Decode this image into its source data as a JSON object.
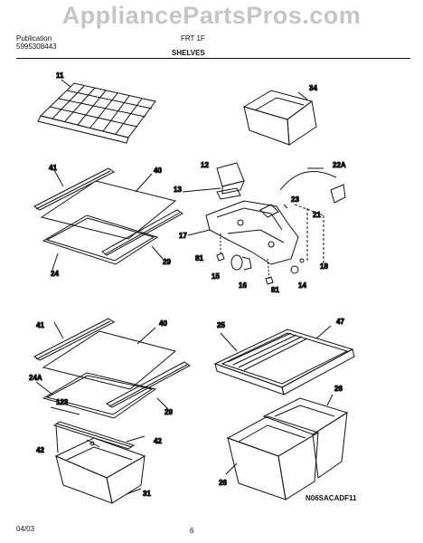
{
  "header": {
    "publication_label": "Publication",
    "publication_number": "5995308443",
    "model_text": "FRT 1F",
    "section_title": "SHELVES"
  },
  "watermark": "AppliancePartsPros.com",
  "footer": {
    "date": "04/03",
    "page_number": "6",
    "diagram_code": "N06SACADF11"
  },
  "callouts": {
    "c11": "11",
    "c34": "34",
    "c41a": "41",
    "c40a": "40",
    "c24": "24",
    "c29a": "29",
    "c12": "12",
    "c13": "13",
    "c22A": "22A",
    "c23": "23",
    "c21": "21",
    "c17": "17",
    "c81a": "81",
    "c15": "15",
    "c16": "16",
    "c81b": "81",
    "c14": "14",
    "c18": "18",
    "c41b": "41",
    "c40b": "40",
    "c24A": "24A",
    "c123": "123",
    "c29b": "29",
    "c42a": "42",
    "c42b": "42",
    "c31": "31",
    "c25": "25",
    "c47": "47",
    "c26a": "26",
    "c26b": "26"
  }
}
